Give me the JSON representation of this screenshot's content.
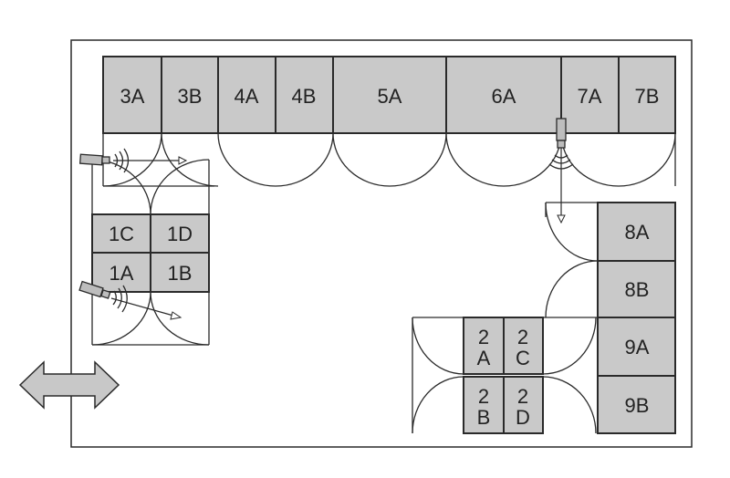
{
  "top_row": [
    "3A",
    "3B",
    "4A",
    "4B",
    "5A",
    "6A",
    "7A",
    "7B"
  ],
  "left_block": {
    "top": [
      "1C",
      "1D"
    ],
    "bottom": [
      "1A",
      "1B"
    ]
  },
  "center_block": {
    "top": [
      [
        "2",
        "A"
      ],
      [
        "2",
        "C"
      ]
    ],
    "bottom": [
      [
        "2",
        "B"
      ],
      [
        "2",
        "D"
      ]
    ]
  },
  "right_column": [
    "8A",
    "8B",
    "9A",
    "9B"
  ],
  "colors": {
    "cell_fill": "#c9c9c9",
    "stroke": "#2a2a2a",
    "background": "#ffffff",
    "arrow_fill": "#c8c8c8"
  },
  "icons": {
    "entrance": "double-arrow-icon",
    "sensor": "sensor-camera-icon"
  }
}
